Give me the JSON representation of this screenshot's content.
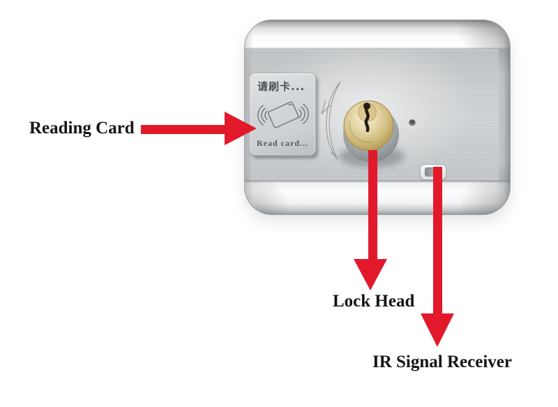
{
  "colors": {
    "arrow-red": "#e2192b",
    "label-black": "#151515",
    "panel-gray": "#ced1d3",
    "brass": "#cdb56f"
  },
  "annotations": {
    "reading_card": {
      "label": "Reading Card"
    },
    "lock_head": {
      "label": "Lock Head"
    },
    "ir_signal_receiver": {
      "label": "IR Signal Receiver"
    }
  },
  "device": {
    "reader_panel": {
      "prompt_cn": "请刷卡...",
      "prompt_en": "Read card..."
    },
    "icons": {
      "card_swipe": "card-with-signal-waves",
      "swoosh": "etched-curved-arrow",
      "keyhole": "keyhole",
      "ir_window": "ir-receiver-lens"
    }
  }
}
